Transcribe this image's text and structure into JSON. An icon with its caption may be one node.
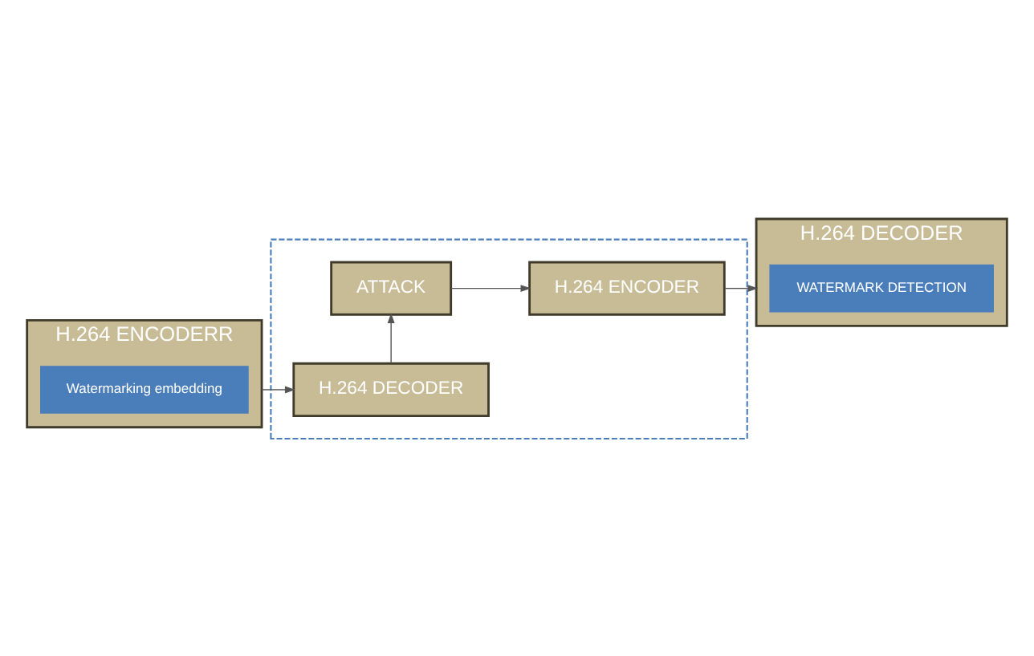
{
  "diagram": {
    "nodes": [
      {
        "text": [
          "H.264 ENCODERR"
        ]
      },
      {
        "text": [
          "Watermarking embedding"
        ],
        "in": 0
      },
      {
        "text": [],
        "shape": "box"
      },
      {
        "text": [
          "H.264 DECODER"
        ],
        "in": 2
      },
      {
        "text": [
          "ATTACK"
        ],
        "in": 2
      },
      {
        "text": [
          "H.264 ENCODER"
        ],
        "in": 2
      },
      {
        "text": [
          "H.264 DECODER"
        ]
      },
      {
        "text": [
          "WATERMARK DETECTION"
        ],
        "in": 6
      }
    ],
    "edges": [
      {
        "from": 0,
        "to": 3,
        "arrow": "to"
      },
      {
        "from": 3,
        "to": 4,
        "arrow": "to"
      },
      {
        "from": 4,
        "to": 5,
        "arrow": "to"
      },
      {
        "from": 5,
        "to": 6,
        "arrow": "to"
      }
    ]
  }
}
